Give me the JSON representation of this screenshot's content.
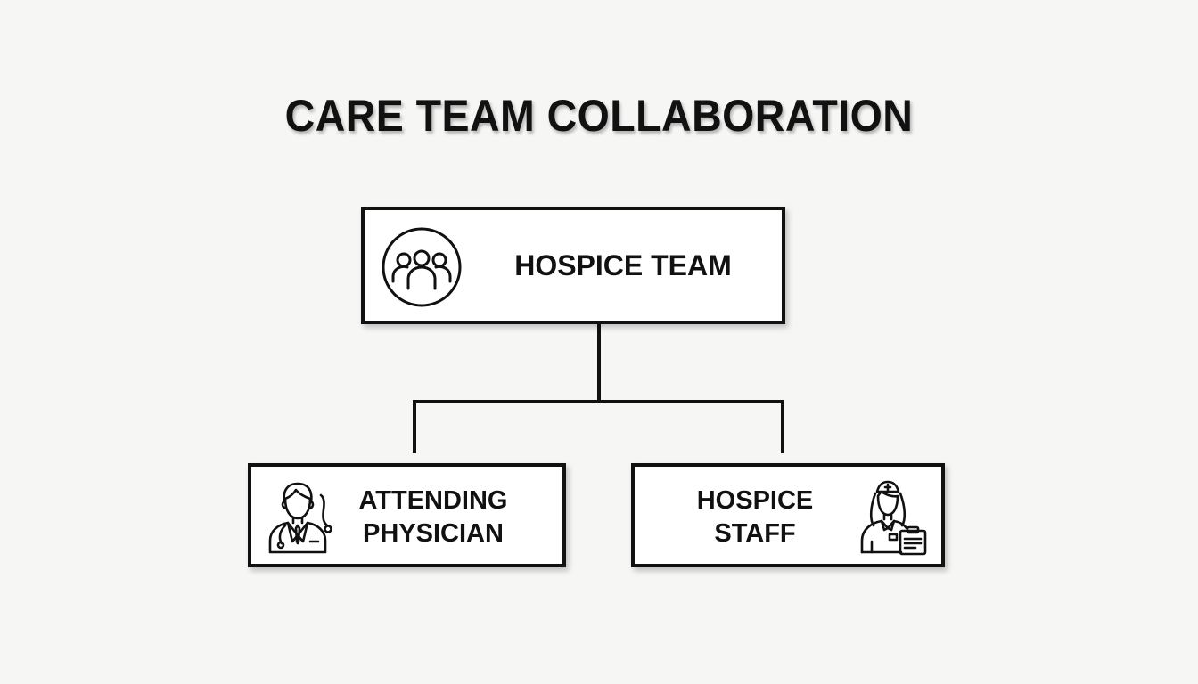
{
  "title": "CARE TEAM COLLABORATION",
  "nodes": {
    "hospice_team": {
      "label": "HOSPICE TEAM",
      "icon": "group-people-icon"
    },
    "attending_physician": {
      "label_line1": "ATTENDING",
      "label_line2": "PHYSICIAN",
      "icon": "doctor-stethoscope-icon"
    },
    "hospice_staff": {
      "label_line1": "HOSPICE",
      "label_line2": "STAFF",
      "icon": "nurse-clipboard-icon"
    }
  },
  "edges": [
    {
      "from": "HOSPICE TEAM",
      "to": "ATTENDING PHYSICIAN"
    },
    {
      "from": "HOSPICE TEAM",
      "to": "HOSPICE STAFF"
    }
  ],
  "colors": {
    "background": "#f6f6f5",
    "stroke": "#111111",
    "box_fill": "#ffffff"
  }
}
